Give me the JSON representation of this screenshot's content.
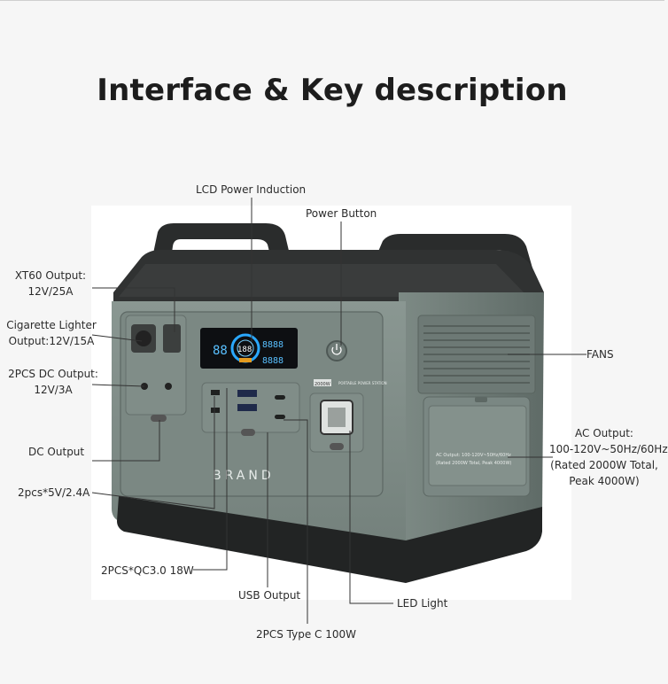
{
  "title": "Interface & Key description",
  "device": {
    "brand_text": "BRAND",
    "lcd": {
      "left_digits": "88",
      "center_digits": "188",
      "right_top": "8888",
      "right_bottom": "8888"
    },
    "capacity_badge": "2000W",
    "panel_text": "PORTABLE POWER STATION",
    "ac_panel_text_1": "AC Output: 100-120V~50Hz/60Hz",
    "ac_panel_text_2": "(Rated 2000W Total, Peak 4000W)"
  },
  "callouts": {
    "lcd": "LCD Power Induction",
    "power_button": "Power Button",
    "xt60": [
      "XT60 Output:",
      "12V/25A"
    ],
    "cig": [
      "Cigarette Lighter",
      "Output:12V/15A"
    ],
    "dc2": [
      "2PCS DC Output:",
      "12V/3A"
    ],
    "dc_output": "DC Output",
    "usb5v": "2pcs*5V/2.4A",
    "qc30": "2PCS*QC3.0 18W",
    "usb_output": "USB Output",
    "typec": "2PCS Type C 100W",
    "led": "LED Light",
    "fans": "FANS",
    "ac": [
      "AC Output:",
      "100-120V~50Hz/60Hz",
      "(Rated 2000W Total,",
      "Peak 4000W)"
    ]
  }
}
